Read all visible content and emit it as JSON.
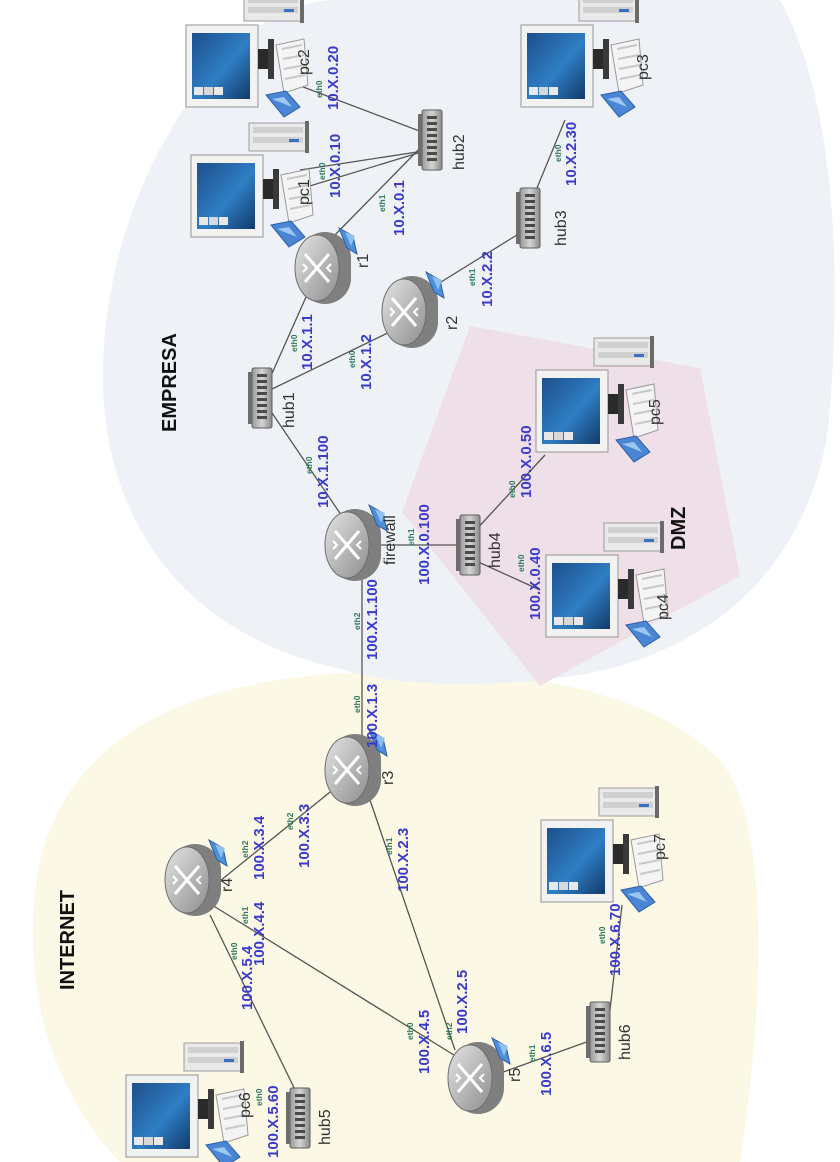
{
  "zones": {
    "empresa": "EMPRESA",
    "dmz": "DMZ",
    "internet": "INTERNET"
  },
  "colors": {
    "empresa_bg": "#eef2f7",
    "dmz_bg": "#efdde6",
    "internet_bg": "#fbf8e6",
    "ip_label": "#3a3acb",
    "iface_label": "#2f7a5a"
  },
  "devices": {
    "pc1": "pc1",
    "pc2": "pc2",
    "pc3": "pc3",
    "pc4": "pc4",
    "pc5": "pc5",
    "pc6": "pc6",
    "pc7": "pc7",
    "r1": "r1",
    "r2": "r2",
    "r3": "r3",
    "r4": "r4",
    "r5": "r5",
    "firewall": "firewall",
    "hub1": "hub1",
    "hub2": "hub2",
    "hub3": "hub3",
    "hub4": "hub4",
    "hub5": "hub5",
    "hub6": "hub6"
  },
  "interfaces": [
    {
      "device": "pc2",
      "iface": "eth0",
      "ip": "10.X.0.20"
    },
    {
      "device": "pc1",
      "iface": "eth0",
      "ip": "10.X.0.10"
    },
    {
      "device": "r1",
      "iface": "eth1",
      "ip": "10.X.0.1"
    },
    {
      "device": "r1",
      "iface": "eth0",
      "ip": "10.X.1.1"
    },
    {
      "device": "r2",
      "iface": "eth0",
      "ip": "10.X.1.2"
    },
    {
      "device": "r2",
      "iface": "eth1",
      "ip": "10.X.2.2"
    },
    {
      "device": "pc3",
      "iface": "eth0",
      "ip": "10.X.2.30"
    },
    {
      "device": "firewall",
      "iface": "eth0",
      "ip": "10.X.1.100"
    },
    {
      "device": "firewall",
      "iface": "eth1",
      "ip": "100.X.0.100"
    },
    {
      "device": "firewall",
      "iface": "eth2",
      "ip": "100.X.1.100"
    },
    {
      "device": "pc5",
      "iface": "eth0",
      "ip": "100.X.0.50"
    },
    {
      "device": "pc4",
      "iface": "eth0",
      "ip": "100.X.0.40"
    },
    {
      "device": "r3",
      "iface": "eth0",
      "ip": "100.X.1.3"
    },
    {
      "device": "r3",
      "iface": "eth2",
      "ip": "100.X.3.3"
    },
    {
      "device": "r3",
      "iface": "eth1",
      "ip": "100.X.2.3"
    },
    {
      "device": "r4",
      "iface": "eth2",
      "ip": "100.X.3.4"
    },
    {
      "device": "r4",
      "iface": "eth1",
      "ip": "100.X.4.4"
    },
    {
      "device": "r4",
      "iface": "eth0",
      "ip": "100.X.5.4"
    },
    {
      "device": "r5",
      "iface": "eth0",
      "ip": "100.X.4.5"
    },
    {
      "device": "r5",
      "iface": "eth2",
      "ip": "100.X.2.5"
    },
    {
      "device": "r5",
      "iface": "eth1",
      "ip": "100.X.6.5"
    },
    {
      "device": "pc7",
      "iface": "eth0",
      "ip": "100.X.6.70"
    },
    {
      "device": "pc6",
      "iface": "eth0",
      "ip": "100.X.5.60"
    }
  ]
}
